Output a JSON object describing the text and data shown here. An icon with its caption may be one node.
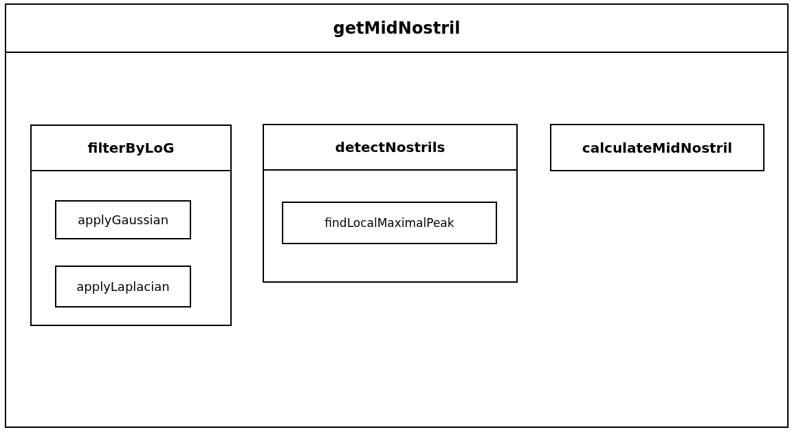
{
  "diagram": {
    "nodes": [
      {
        "text": [
          "getMidNostril"
        ]
      },
      {
        "text": [
          "filterByLoG"
        ],
        "in": 0
      },
      {
        "text": [
          "applyGaussian"
        ],
        "in": 1
      },
      {
        "text": [
          "applyLaplacian"
        ],
        "in": 1
      },
      {
        "text": [
          "detectNostrils"
        ],
        "in": 0
      },
      {
        "text": [
          "findLocalMaximalPeak"
        ],
        "in": 4
      },
      {
        "text": [
          "calculateMidNostril"
        ],
        "in": 0
      }
    ]
  }
}
